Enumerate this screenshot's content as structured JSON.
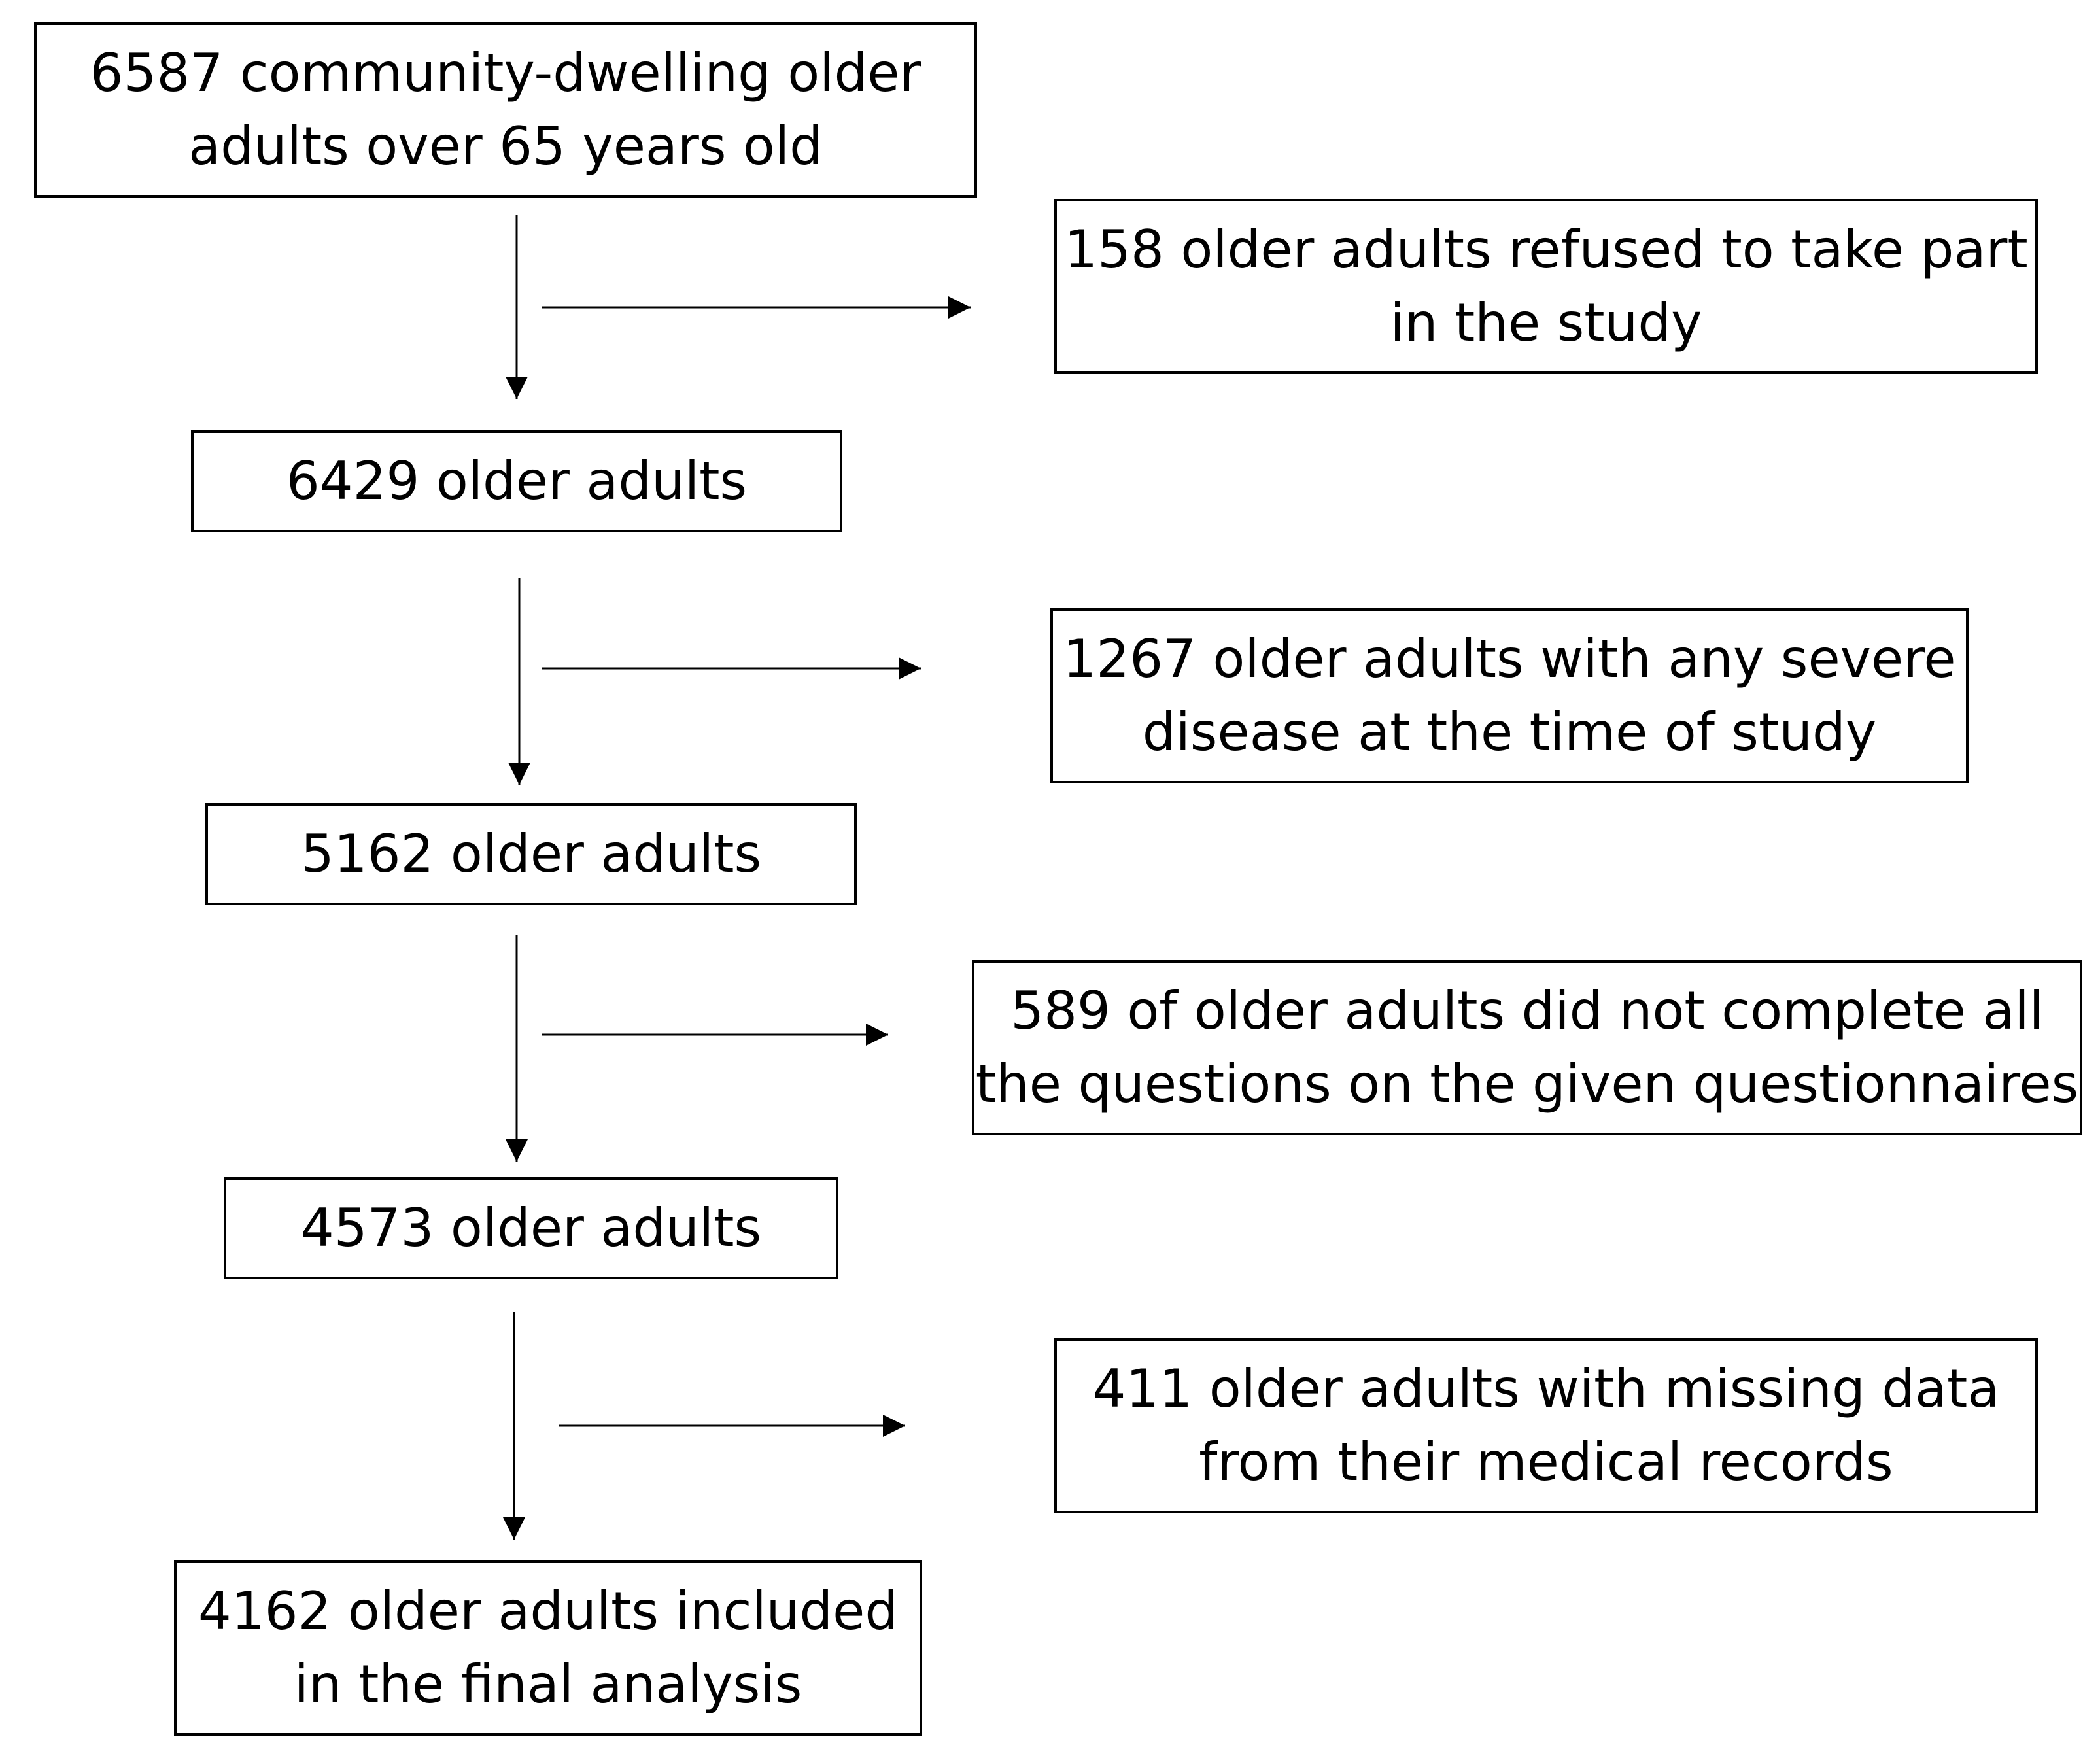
{
  "flow_boxes": [
    {
      "lines": [
        "6587 community-dwelling older",
        "adults over 65 years old"
      ]
    },
    {
      "lines": [
        "6429 older adults"
      ]
    },
    {
      "lines": [
        "5162 older adults"
      ]
    },
    {
      "lines": [
        "4573 older adults"
      ]
    },
    {
      "lines": [
        "4162 older adults included",
        "in the final analysis"
      ]
    }
  ],
  "exclusion_boxes": [
    {
      "lines": [
        "158 older adults refused to take part",
        "in the study"
      ]
    },
    {
      "lines": [
        "1267 older adults with any severe",
        "disease at the time of study"
      ]
    },
    {
      "lines": [
        "589 of older adults did not complete all",
        "the questions on the given questionnaires"
      ]
    },
    {
      "lines": [
        "411 older adults with missing data",
        "from their medical records"
      ]
    }
  ]
}
